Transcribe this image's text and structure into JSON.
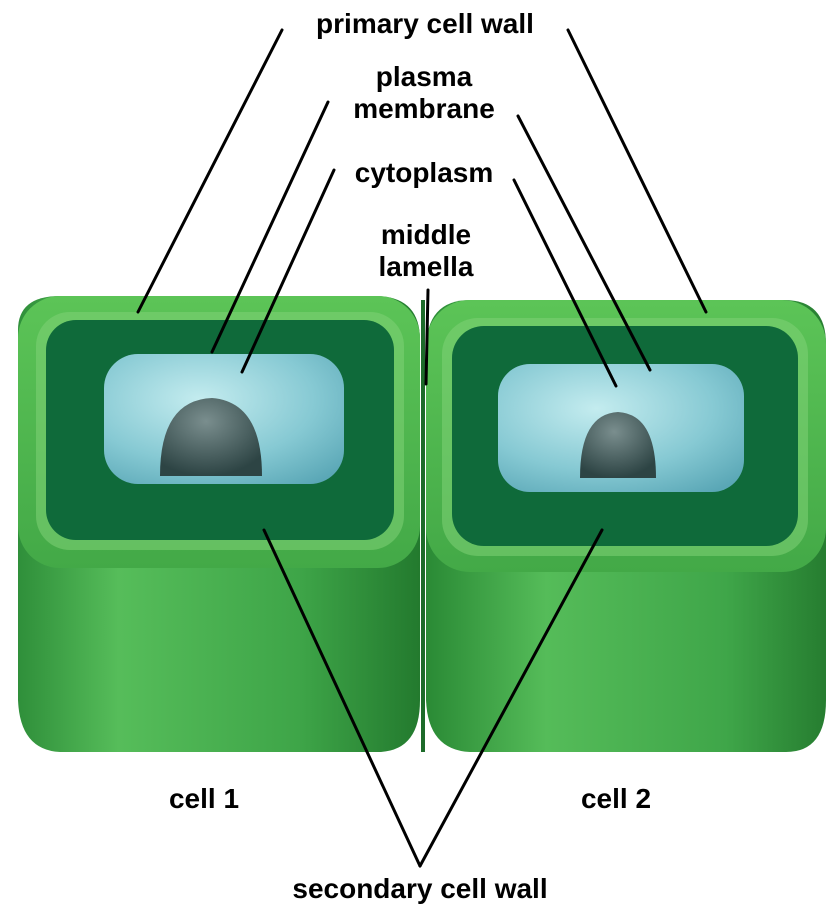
{
  "labels": {
    "primary_cell_wall": "primary cell wall",
    "plasma_membrane_line1": "plasma",
    "plasma_membrane_line2": "membrane",
    "cytoplasm": "cytoplasm",
    "middle_lamella_line1": "middle",
    "middle_lamella_line2": "lamella",
    "cell_1": "cell 1",
    "cell_2": "cell 2",
    "secondary_cell_wall": "secondary cell wall"
  },
  "colors": {
    "primary_wall": "#4fb84a",
    "secondary_wall": "#0f6a3a",
    "cell_side": "#3aa044",
    "cytoplasm": "#8fd0d8",
    "nucleus": "#3f5a5a",
    "leader_lines": "#000000"
  }
}
